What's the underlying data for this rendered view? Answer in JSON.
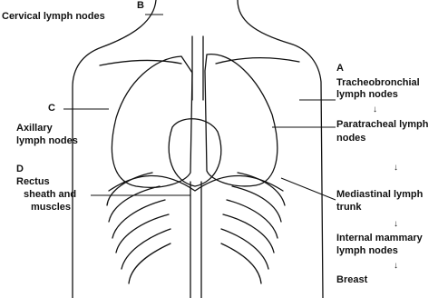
{
  "labels": {
    "cervical": "Cervical lymph nodes",
    "letter_b": "B",
    "letter_a": "A",
    "letter_c": "C",
    "letter_d": "D",
    "tracheobronchial": "Tracheobronchial",
    "tracheobronchial_2": "lymph nodes",
    "paratracheal": "Paratracheal lymph",
    "paratracheal_2": "nodes",
    "mediastinal": "Mediastinal lymph",
    "mediastinal_2": "trunk",
    "internal_mammary": "Internal mammary",
    "internal_mammary_2": "lymph nodes",
    "breast": "Breast",
    "axillary": "Axillary",
    "axillary_2": "lymph nodes",
    "rectus": "Rectus",
    "rectus_2": "sheath and",
    "rectus_3": "muscles",
    "down_arrow": "↓"
  },
  "colors": {
    "ink": "#111111",
    "background": "#ffffff"
  }
}
